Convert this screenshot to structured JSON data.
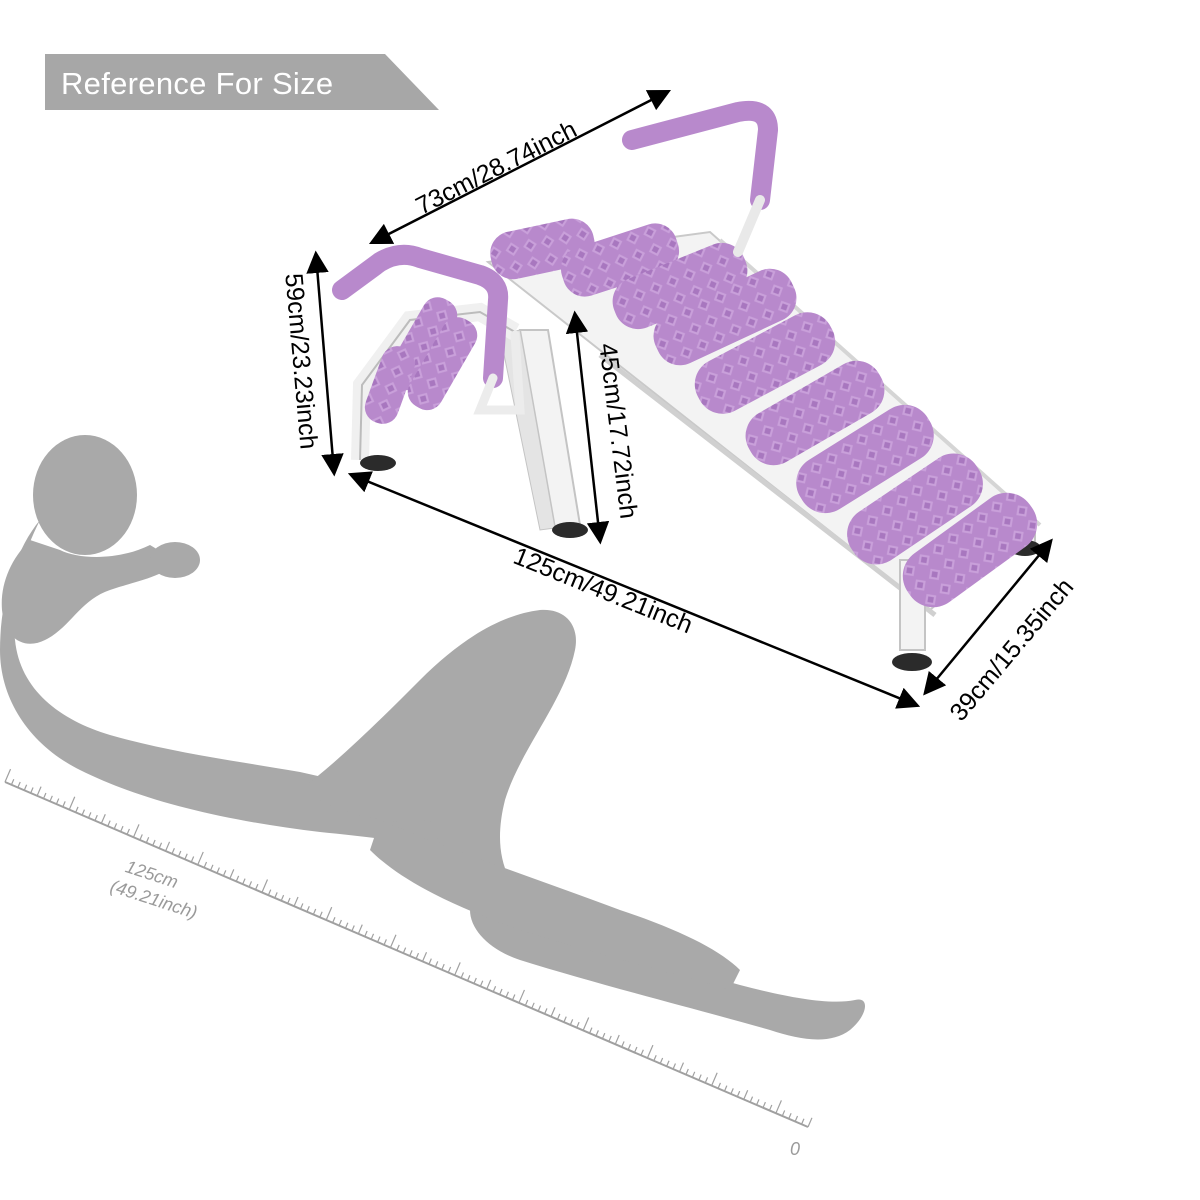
{
  "banner": {
    "title": "Reference For Size"
  },
  "dimensions": {
    "width": "73cm/28.74inch",
    "height_total": "59cm/23.23inch",
    "height_front": "45cm/17.72inch",
    "length": "125cm/49.21inch",
    "depth": "39cm/15.35inch"
  },
  "ruler": {
    "length_cm": "125cm",
    "length_inch": "(49.21inch)",
    "zero": "0"
  },
  "colors": {
    "banner_bg": "#a7a7a7",
    "roller_purple": "#b889cc",
    "roller_dark": "#9d6ab3",
    "frame_white": "#f3f3f3",
    "silhouette_gray": "#a9a9a9",
    "arrow_black": "#000000"
  }
}
